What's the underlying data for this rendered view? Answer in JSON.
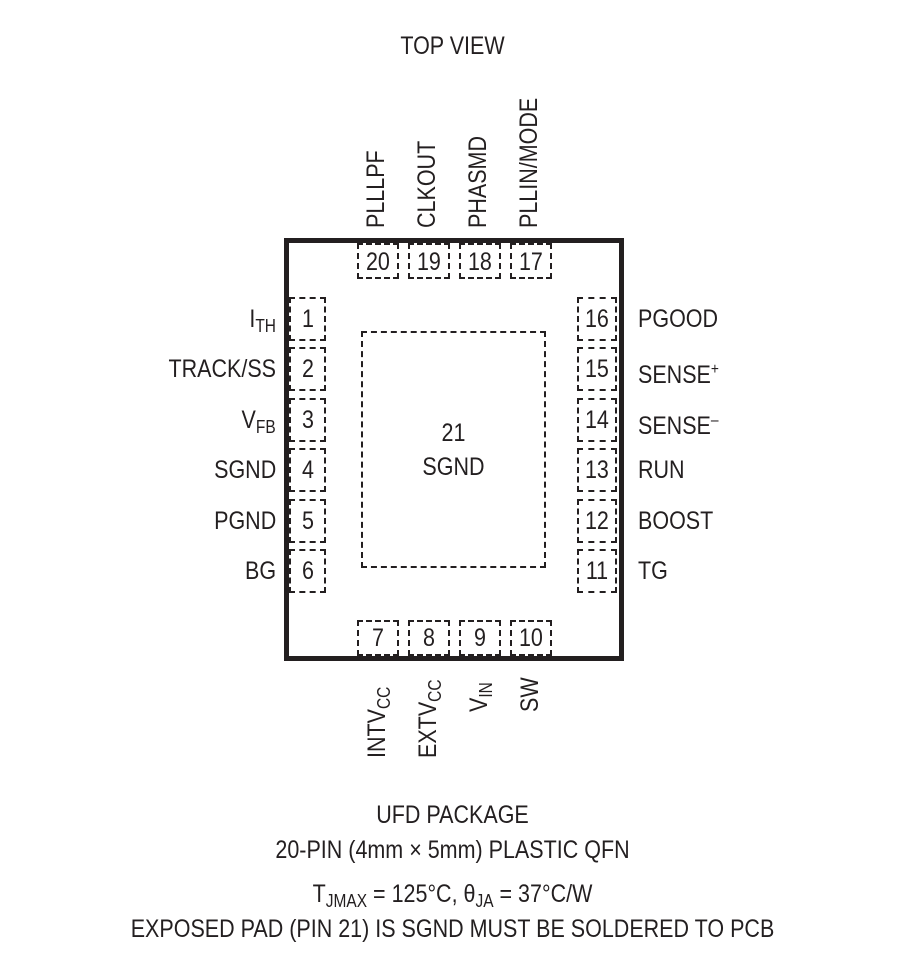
{
  "header": {
    "view_label": "TOP VIEW"
  },
  "package": {
    "exposed_pad": {
      "pin": "21",
      "name": "SGND"
    },
    "top_pins": [
      {
        "num": "20",
        "name": "PLLLPF"
      },
      {
        "num": "19",
        "name": "CLKOUT"
      },
      {
        "num": "18",
        "name": "PHASMD"
      },
      {
        "num": "17",
        "name": "PLLIN/MODE"
      }
    ],
    "left_pins": [
      {
        "num": "1",
        "name": "I",
        "sub": "TH"
      },
      {
        "num": "2",
        "name": "TRACK/SS"
      },
      {
        "num": "3",
        "name": "V",
        "sub": "FB"
      },
      {
        "num": "4",
        "name": "SGND"
      },
      {
        "num": "5",
        "name": "PGND"
      },
      {
        "num": "6",
        "name": "BG"
      }
    ],
    "right_pins": [
      {
        "num": "16",
        "name": "PGOOD"
      },
      {
        "num": "15",
        "name": "SENSE",
        "sup": "+"
      },
      {
        "num": "14",
        "name": "SENSE",
        "sup": "–"
      },
      {
        "num": "13",
        "name": "RUN"
      },
      {
        "num": "12",
        "name": "BOOST"
      },
      {
        "num": "11",
        "name": "TG"
      }
    ],
    "bottom_pins": [
      {
        "num": "7",
        "name": "INTV",
        "sub": "CC"
      },
      {
        "num": "8",
        "name": "EXTV",
        "sub": "CC"
      },
      {
        "num": "9",
        "name": "V",
        "sub": "IN"
      },
      {
        "num": "10",
        "name": "SW"
      }
    ]
  },
  "footer": {
    "package_name": "UFD PACKAGE",
    "package_desc": "20-PIN (4mm × 5mm) PLASTIC QFN",
    "thermal": {
      "tj_label": "T",
      "tj_sub": "JMAX",
      "tj_value": " = 125°C, ",
      "theta_label": "θ",
      "theta_sub": "JA",
      "theta_value": " = 37°C/W"
    },
    "note": "EXPOSED PAD (PIN 21) IS SGND MUST BE SOLDERED TO PCB"
  }
}
